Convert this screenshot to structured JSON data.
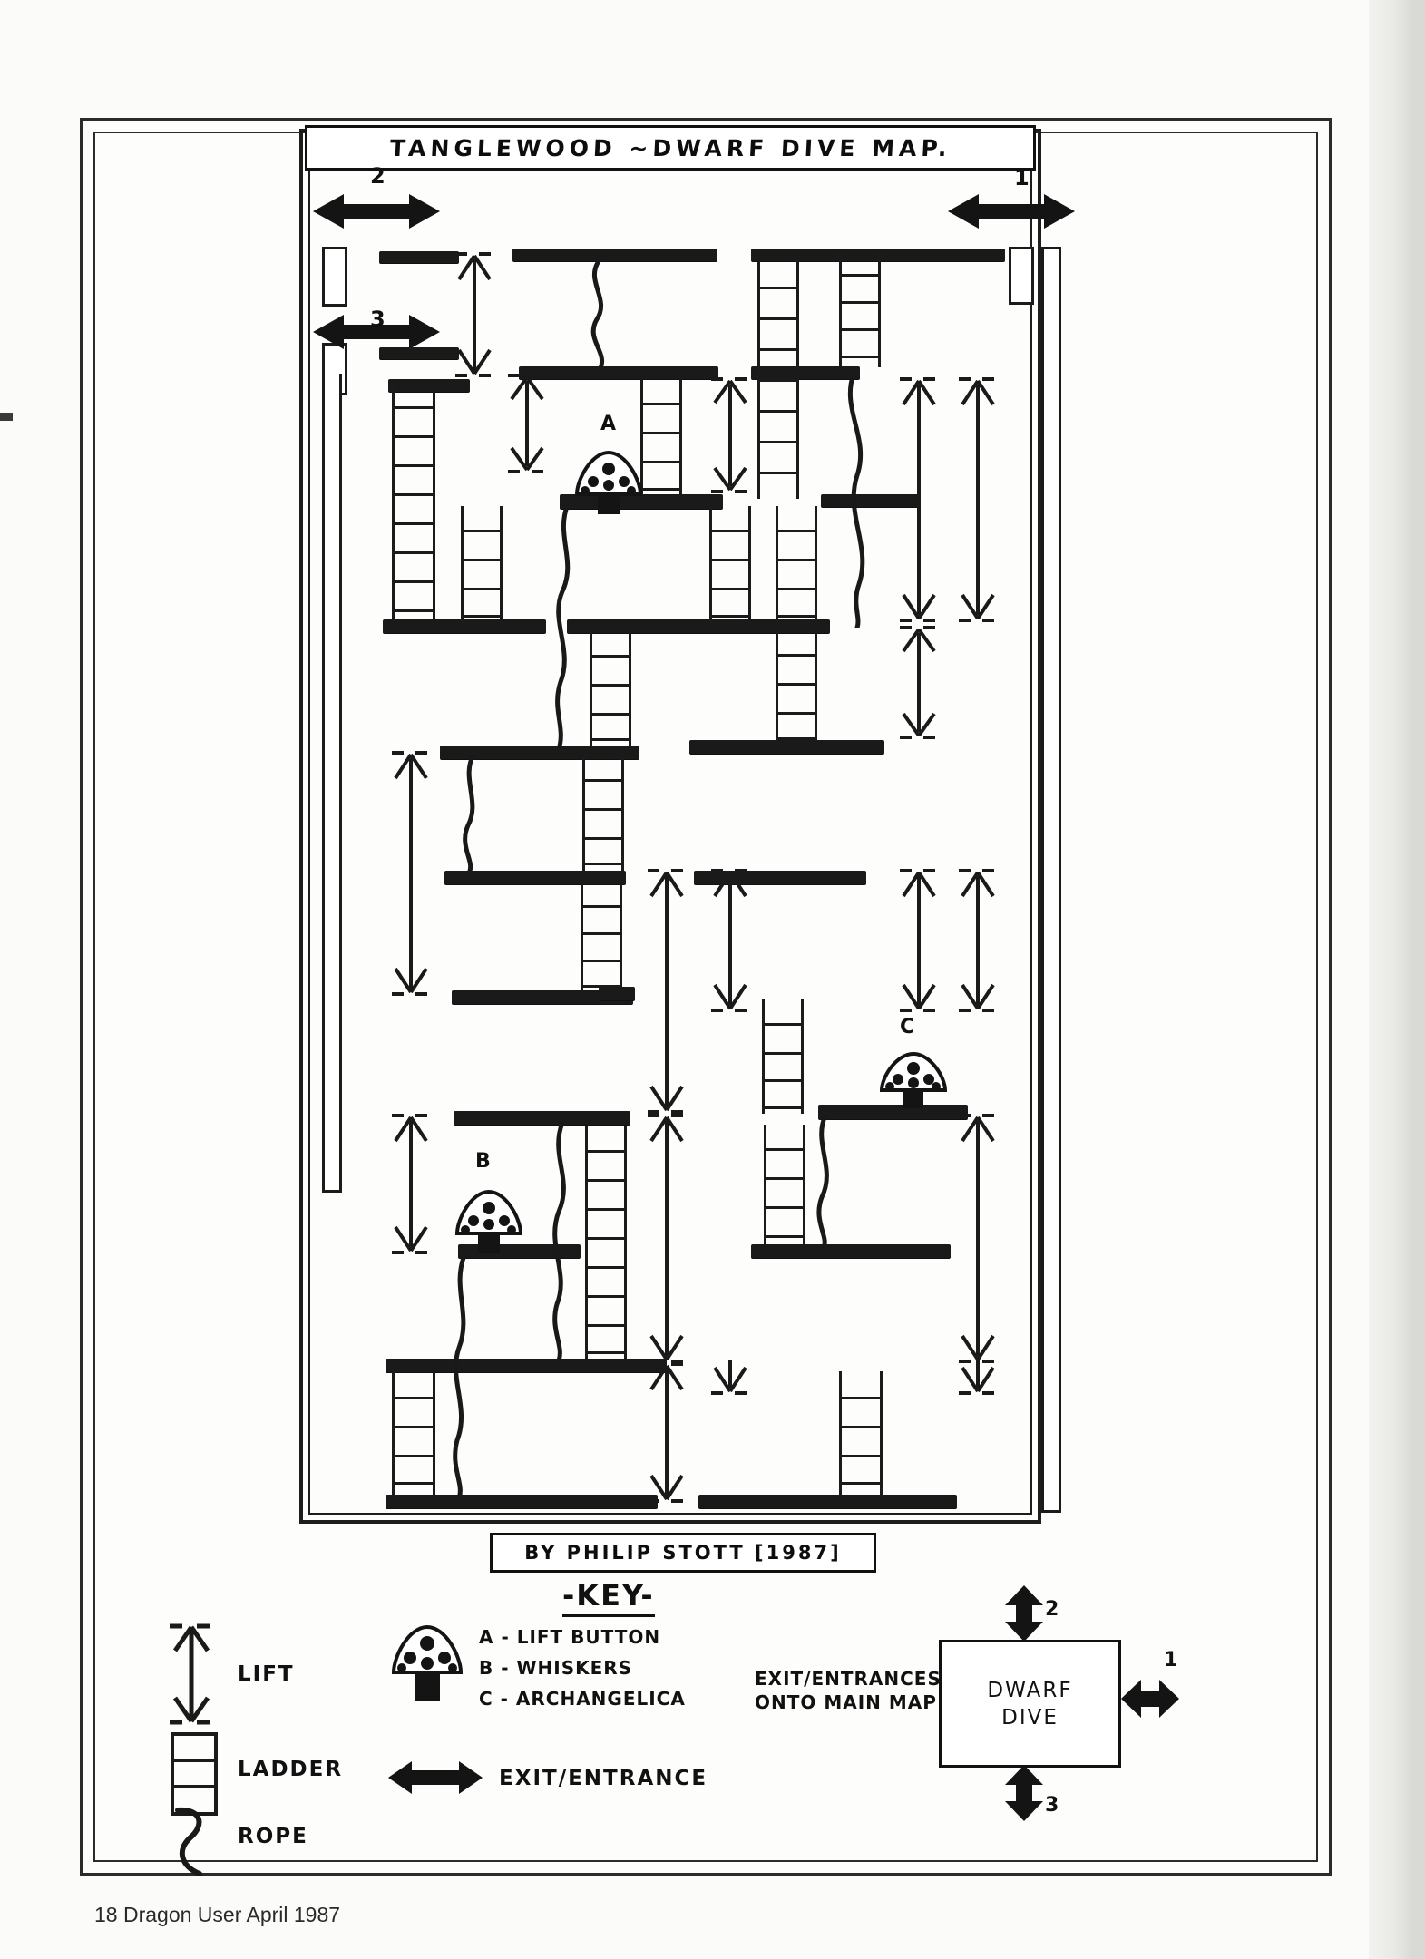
{
  "page": {
    "footer": "18 Dragon User April 1987"
  },
  "map": {
    "title": "TANGLEWOOD ~DWARF DIVE MAP.",
    "byline": "BY PHILIP STOTT [1987]",
    "exits": [
      {
        "id": "1",
        "label": "1",
        "position": "top-right",
        "direction": "horizontal"
      },
      {
        "id": "2",
        "label": "2",
        "position": "top-left",
        "direction": "horizontal"
      },
      {
        "id": "3",
        "label": "3",
        "position": "upper-left",
        "direction": "horizontal"
      }
    ],
    "mushrooms": [
      {
        "label": "A",
        "name": "LIFT BUTTON"
      },
      {
        "label": "B",
        "name": "WHISKERS"
      },
      {
        "label": "C",
        "name": "ARCHANGELICA"
      }
    ]
  },
  "key": {
    "heading": "-KEY-",
    "items": [
      {
        "icon": "lift-icon",
        "label": "LIFT"
      },
      {
        "icon": "ladder-icon",
        "label": "LADDER"
      },
      {
        "icon": "rope-icon",
        "label": "ROPE"
      },
      {
        "icon": "exit-entrance-arrow-icon",
        "label": "EXIT/ENTRANCE"
      }
    ],
    "mushroom_legend": [
      "A - LIFT BUTTON",
      "B - WHISKERS",
      "C - ARCHANGELICA"
    ],
    "main_map_note_line1": "EXIT/ENTRANCES",
    "main_map_note_line2": "ONTO MAIN MAP",
    "dwarf_box_line1": "DWARF",
    "dwarf_box_line2": "DIVE",
    "dwarf_exit_top": "2",
    "dwarf_exit_right": "1",
    "dwarf_exit_bottom": "3"
  },
  "colors": {
    "ink": "#1a1a1a",
    "paper": "#fdfdfc"
  }
}
